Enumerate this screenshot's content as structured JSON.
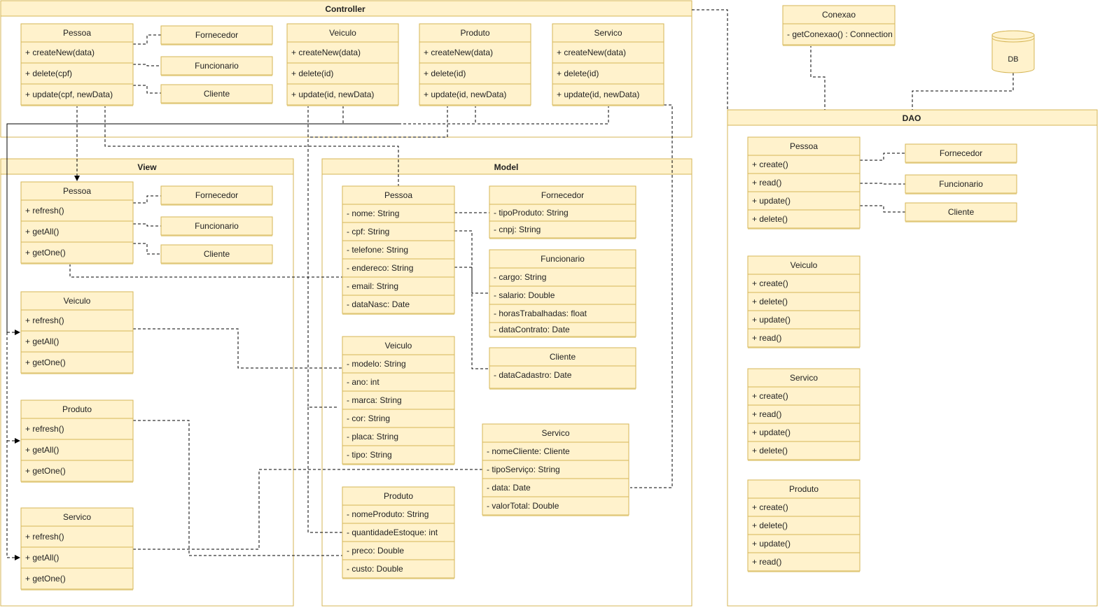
{
  "palette": {
    "fill": "#fff2cc",
    "stroke": "#d6b656",
    "line": "#000000",
    "text": "#222222"
  },
  "packages": {
    "controller": {
      "title": "Controller"
    },
    "view": {
      "title": "View"
    },
    "model": {
      "title": "Model"
    },
    "dao": {
      "title": "DAO"
    }
  },
  "classes": {
    "ctrl_pessoa": {
      "title": "Pessoa",
      "members": [
        "+ createNew(data)",
        "+ delete(cpf)",
        "+ update(cpf, newData)"
      ]
    },
    "ctrl_fornecedor": {
      "title": "Fornecedor",
      "members": []
    },
    "ctrl_funcionario": {
      "title": "Funcionario",
      "members": []
    },
    "ctrl_cliente": {
      "title": "Cliente",
      "members": []
    },
    "ctrl_veiculo": {
      "title": "Veiculo",
      "members": [
        "+ createNew(data)",
        "+ delete(id)",
        "+ update(id, newData)"
      ]
    },
    "ctrl_produto": {
      "title": "Produto",
      "members": [
        "+ createNew(data)",
        "+ delete(id)",
        "+ update(id, newData)"
      ]
    },
    "ctrl_servico": {
      "title": "Servico",
      "members": [
        "+ createNew(data)",
        "+ delete(id)",
        "+ update(id, newData)"
      ]
    },
    "view_pessoa": {
      "title": "Pessoa",
      "members": [
        "+ refresh()",
        "+ getAll()",
        "+ getOne()"
      ]
    },
    "view_fornecedor": {
      "title": "Fornecedor",
      "members": []
    },
    "view_funcionario": {
      "title": "Funcionario",
      "members": []
    },
    "view_cliente": {
      "title": "Cliente",
      "members": []
    },
    "view_veiculo": {
      "title": "Veiculo",
      "members": [
        "+ refresh()",
        "+ getAll()",
        "+ getOne()"
      ]
    },
    "view_produto": {
      "title": "Produto",
      "members": [
        "+ refresh()",
        "+ getAll()",
        "+ getOne()"
      ]
    },
    "view_servico": {
      "title": "Servico",
      "members": [
        "+ refresh()",
        "+ getAll()",
        "+ getOne()"
      ]
    },
    "model_pessoa": {
      "title": "Pessoa",
      "members": [
        "- nome: String",
        "- cpf: String",
        "- telefone: String",
        "- endereco: String",
        "- email: String",
        "- dataNasc: Date"
      ]
    },
    "model_fornecedor": {
      "title": "Fornecedor",
      "members": [
        "- tipoProduto: String",
        "- cnpj: String"
      ]
    },
    "model_funcionario": {
      "title": "Funcionario",
      "members": [
        "- cargo: String",
        "- salario: Double",
        "- horasTrabalhadas: float",
        "- dataContrato: Date"
      ]
    },
    "model_cliente": {
      "title": "Cliente",
      "members": [
        "- dataCadastro: Date"
      ]
    },
    "model_veiculo": {
      "title": "Veiculo",
      "members": [
        "- modelo: String",
        "- ano: int",
        "- marca: String",
        "- cor: String",
        "- placa: String",
        "- tipo: String"
      ]
    },
    "model_servico": {
      "title": "Servico",
      "members": [
        "- nomeCliente: Cliente",
        "- tipoServiço: String",
        "- data: Date",
        "- valorTotal: Double"
      ]
    },
    "model_produto": {
      "title": "Produto",
      "members": [
        "- nomeProduto: String",
        "- quantidadeEstoque: int",
        "- preco: Double",
        "- custo: Double"
      ]
    },
    "conexao": {
      "title": "Conexao",
      "members": [
        "- getConexao() : Connection"
      ]
    },
    "dao_pessoa": {
      "title": "Pessoa",
      "members": [
        "+ create()",
        "+ read()",
        "+ update()",
        "+ delete()"
      ]
    },
    "dao_fornecedor": {
      "title": "Fornecedor",
      "members": []
    },
    "dao_funcionario": {
      "title": "Funcionario",
      "members": []
    },
    "dao_cliente": {
      "title": "Cliente",
      "members": []
    },
    "dao_veiculo": {
      "title": "Veiculo",
      "members": [
        "+ create()",
        "+ delete()",
        "+ update()",
        "+ read()"
      ]
    },
    "dao_servico": {
      "title": "Servico",
      "members": [
        "+ create()",
        "+ read()",
        "+ update()",
        "+ delete()"
      ]
    },
    "dao_produto": {
      "title": "Produto",
      "members": [
        "+ create()",
        "+ delete()",
        "+ update()",
        "+ read()"
      ]
    }
  },
  "database": {
    "label": "DB"
  }
}
